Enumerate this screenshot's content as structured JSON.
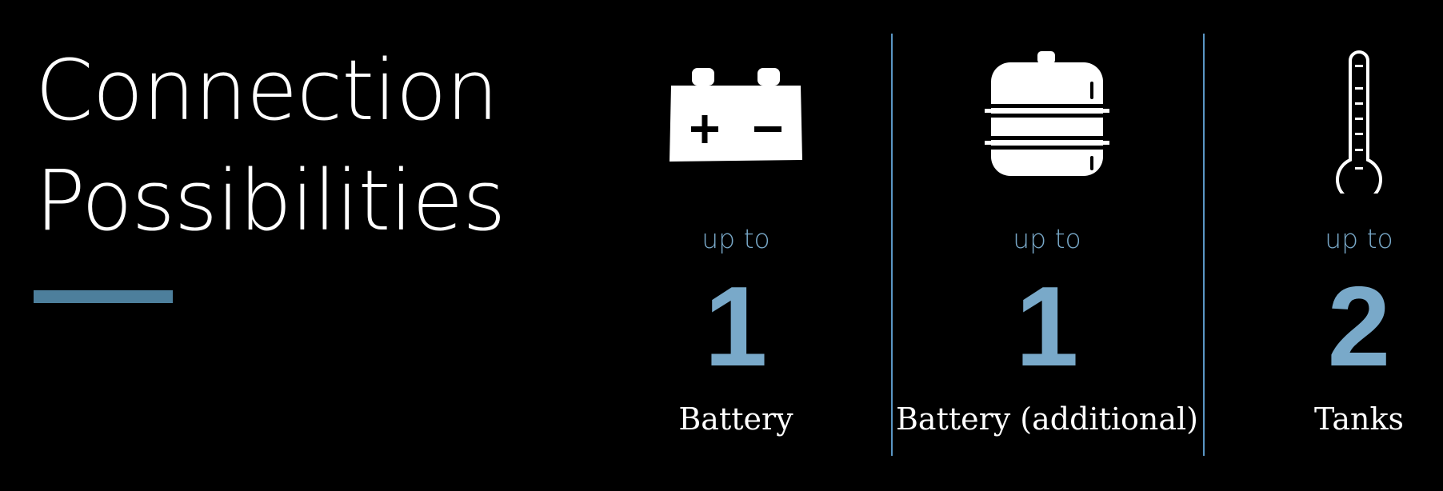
{
  "headline": {
    "line1": "Connection",
    "line2": "Possibilities"
  },
  "colors": {
    "background": "#000000",
    "accent": "#4d7f9c",
    "count_text": "#79a9c9",
    "divider": "#5a96c4",
    "headline_text": "#ffffff"
  },
  "features": [
    {
      "icon": "car-battery-icon",
      "prefix": "up to",
      "count": "1",
      "label": "Battery"
    },
    {
      "icon": "auxiliary-battery-icon",
      "prefix": "up to",
      "count": "1",
      "label": "Battery (additional)"
    },
    {
      "icon": "thermometer-icon",
      "prefix": "up to",
      "count": "2",
      "label": "Tanks"
    }
  ]
}
